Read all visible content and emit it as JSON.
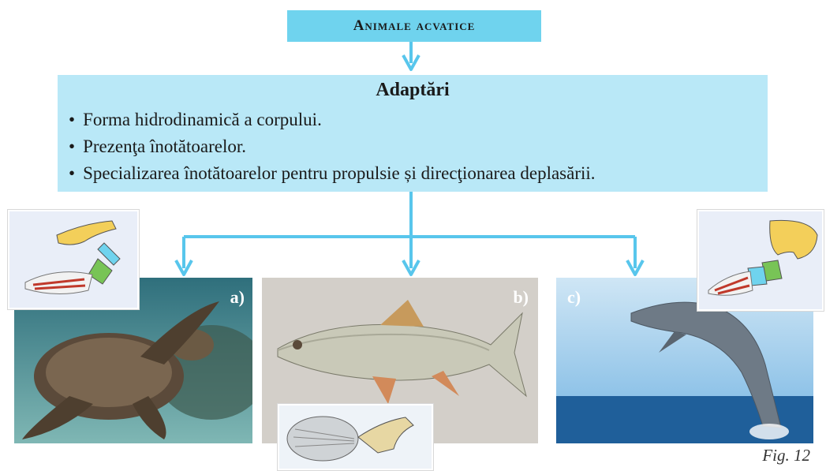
{
  "title": "Animale acvatice",
  "adaptations": {
    "heading": "Adaptări",
    "items": [
      "Forma hidrodinamică a corpului.",
      "Prezenţa înotătoarelor.",
      "Specializarea înotătoarelor pentru propulsie și direcţionarea deplasării."
    ]
  },
  "panels": [
    {
      "label": "a)",
      "subject": "sea-turtle"
    },
    {
      "label": "b)",
      "subject": "fish"
    },
    {
      "label": "c)",
      "subject": "dolphin"
    }
  ],
  "caption": "Fig. 12",
  "colors": {
    "accent": "#6fd3ee",
    "box": "#b9e8f7",
    "arrow": "#58c6ec"
  }
}
